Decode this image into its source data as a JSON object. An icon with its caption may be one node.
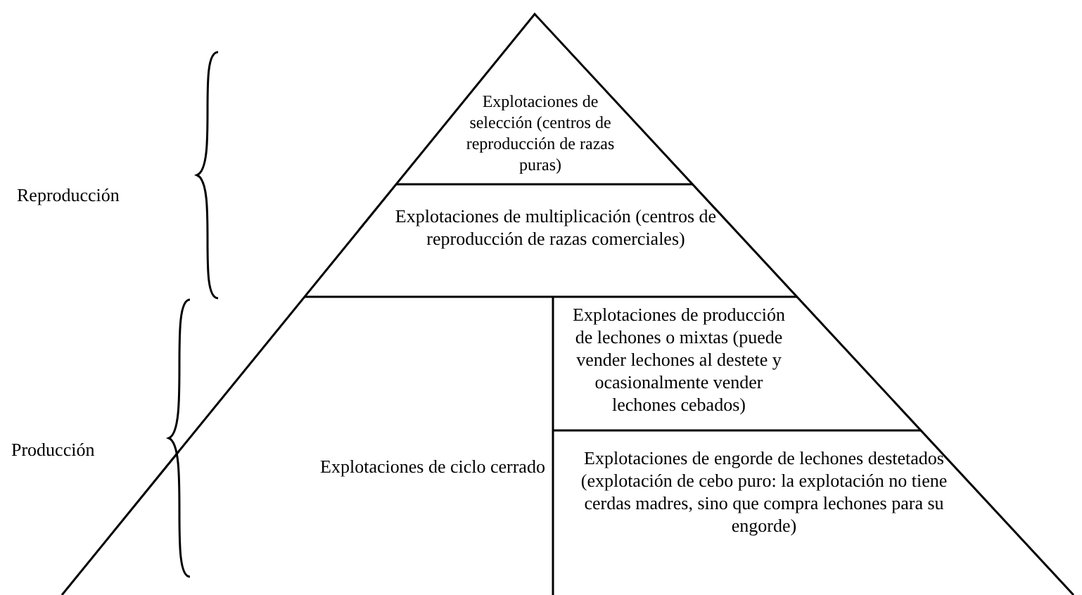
{
  "diagram": {
    "nodes": [
      {
        "text": [
          "Explotaciones de selección (centros de reproducción de razas puras)"
        ]
      },
      {
        "text": [
          "Explotaciones de multiplicación (centros de reproducción de razas comerciales)"
        ]
      },
      {
        "text": [
          "Explotaciones de ciclo cerrado"
        ]
      },
      {
        "text": [
          "Explotaciones de producción de lechones o mixtas (puede vender lechones al destete y ocasionalmente vender lechones cebados)"
        ]
      },
      {
        "text": [
          "Explotaciones de engorde de lechones destetados (explotación de cebo puro: la explotación no tiene cerdas madres, sino que compra lechones para su engorde)"
        ]
      }
    ],
    "labels": [
      "Reproducción",
      "Producción"
    ]
  }
}
